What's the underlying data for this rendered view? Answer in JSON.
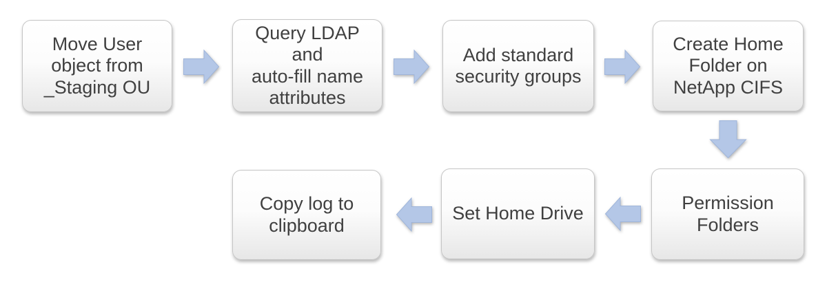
{
  "diagram": {
    "type": "flowchart",
    "steps": [
      {
        "label": "Move User\nobject from\n_Staging OU"
      },
      {
        "label": "Query LDAP and\nauto-fill name\nattributes"
      },
      {
        "label": "Add standard\nsecurity groups"
      },
      {
        "label": "Create Home\nFolder on\nNetApp CIFS"
      },
      {
        "label": "Permission\nFolders"
      },
      {
        "label": "Set Home Drive"
      },
      {
        "label": "Copy log to\nclipboard"
      }
    ],
    "connections": [
      {
        "from": 1,
        "to": 2,
        "direction": "right"
      },
      {
        "from": 2,
        "to": 3,
        "direction": "right"
      },
      {
        "from": 3,
        "to": 4,
        "direction": "right"
      },
      {
        "from": 4,
        "to": 5,
        "direction": "down"
      },
      {
        "from": 5,
        "to": 6,
        "direction": "left"
      },
      {
        "from": 6,
        "to": 7,
        "direction": "left"
      }
    ]
  },
  "colors": {
    "arrow_fill": "#b4c7e7",
    "arrow_border": "#9fb5da",
    "box_border": "#c6c6c6",
    "box_fill_top": "#ffffff",
    "box_fill_bottom": "#e7e7e7",
    "text": "#404040",
    "background": "#ffffff"
  }
}
